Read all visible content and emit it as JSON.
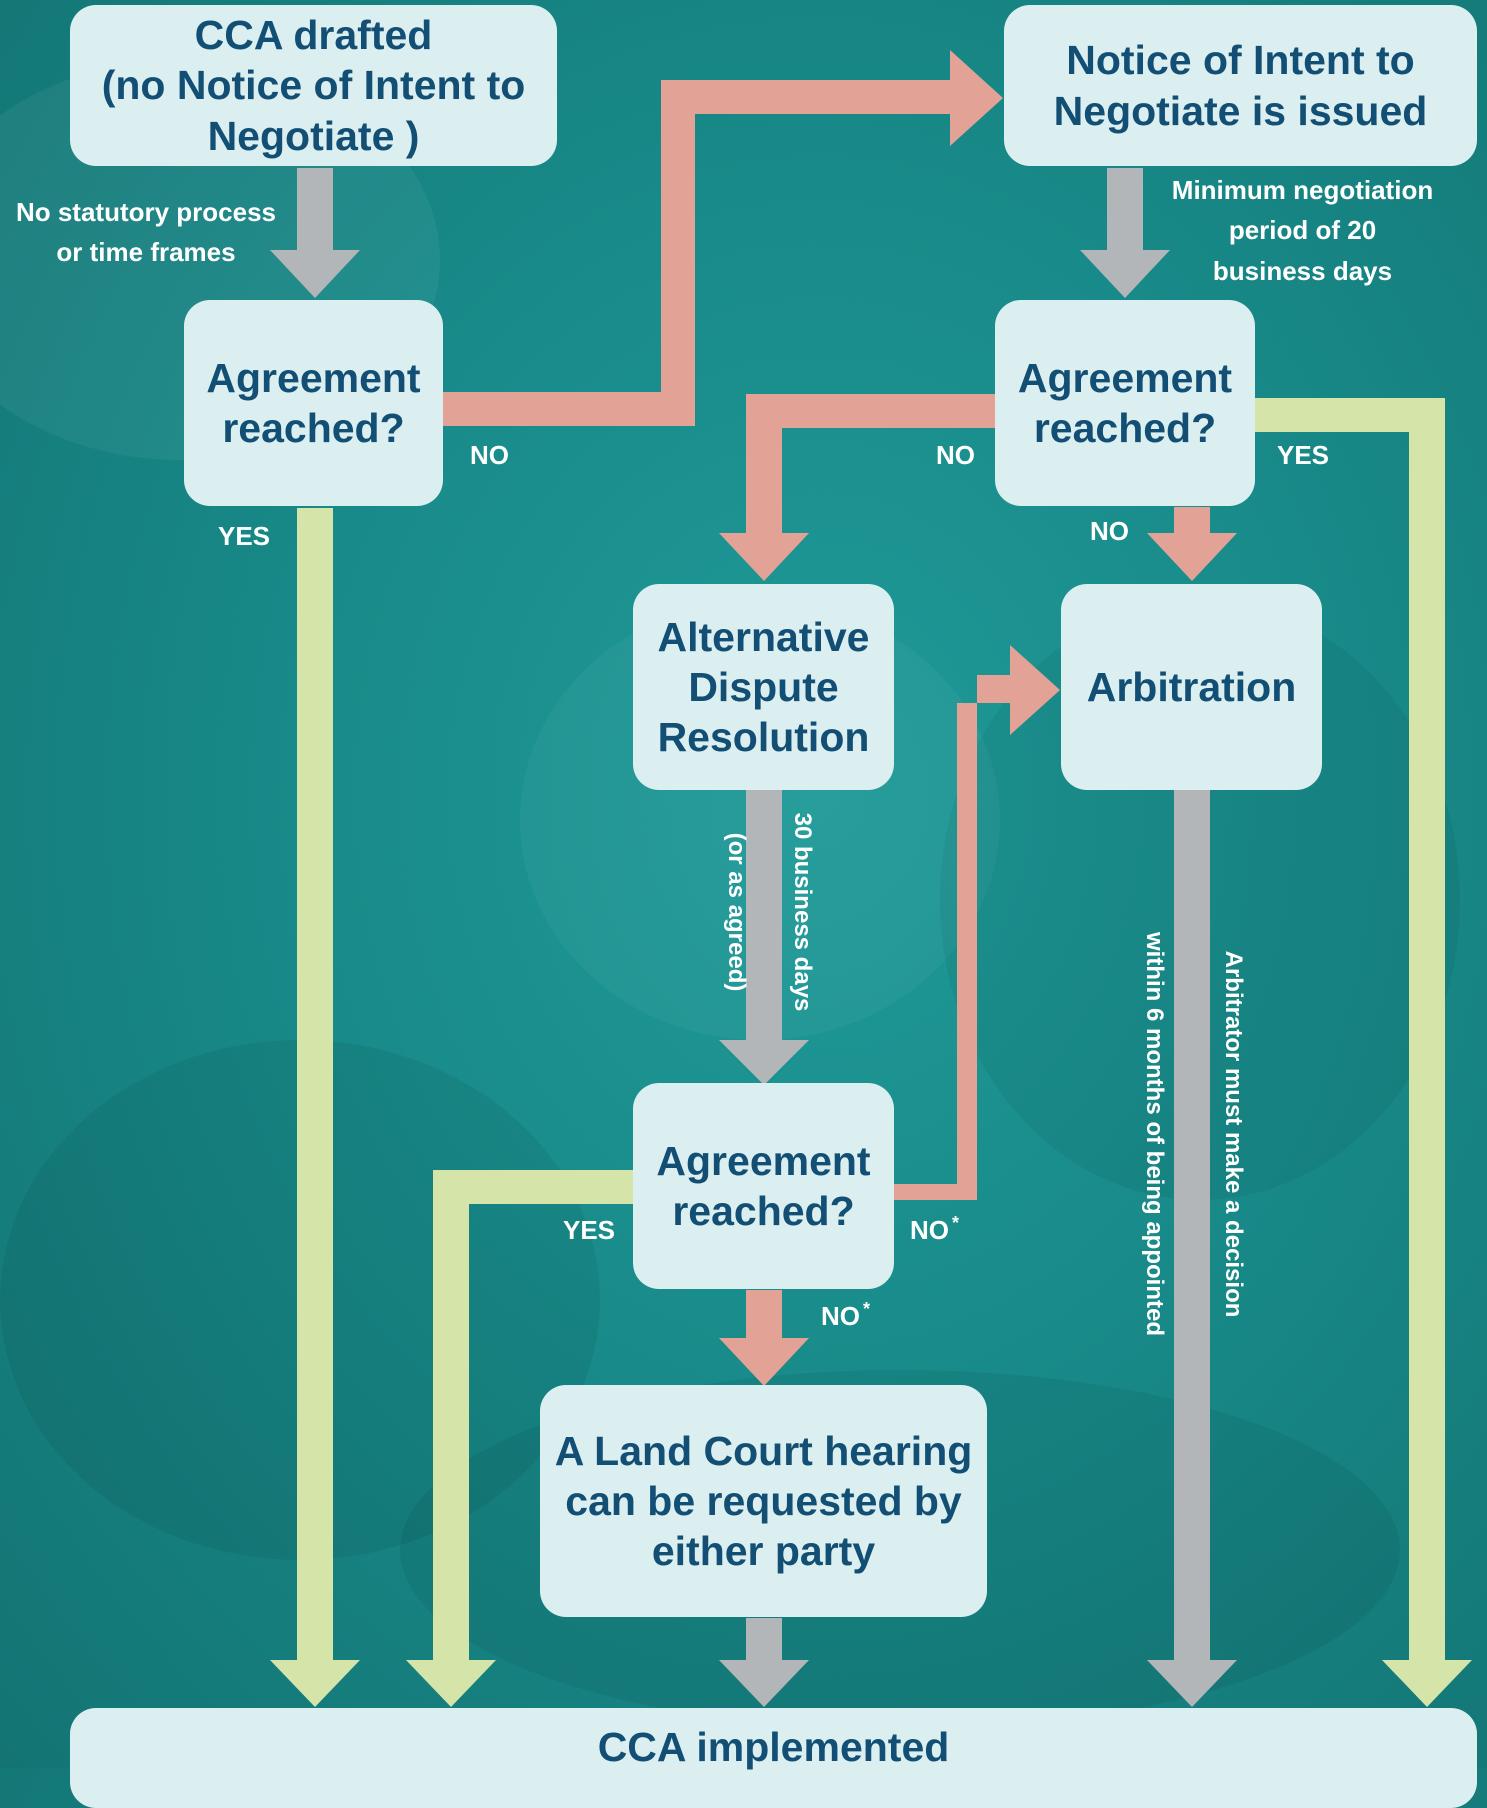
{
  "nodes": {
    "cca_drafted": "CCA drafted\n(no Notice of Intent to\nNegotiate )",
    "notice_issued": "Notice of Intent to\nNegotiate is issued",
    "agreement_1": "Agreement\nreached?",
    "agreement_2": "Agreement\nreached?",
    "adr": "Alternative\nDispute\nResolution",
    "arbitration": "Arbitration",
    "agreement_3": "Agreement\nreached?",
    "land_court": "A Land Court hearing\ncan be requested by\neither party",
    "cca_implemented": "CCA implemented"
  },
  "labels": {
    "no_statutory": "No statutory process\nor time frames",
    "min_negotiation": "Minimum negotiation\nperiod of 20\nbusiness days",
    "no_1": "NO",
    "yes_1": "YES",
    "no_2_left": "NO",
    "yes_2": "YES",
    "no_2_down": "NO",
    "adr_days": "30 business days",
    "adr_agreed": "(or as agreed)",
    "arb_decision": "Arbitrator must make a decision",
    "arb_months": "within 6 months of being appointed",
    "yes_3": "YES",
    "no_3_right": "NO",
    "no_3_down": "NO",
    "asterisk": "*"
  },
  "colors": {
    "box_fill": "#dbeff0",
    "box_text": "#134f74",
    "arrow_no": "#e2a396",
    "arrow_yes": "#d5e4a9",
    "arrow_neutral": "#b3b6b9",
    "background": "#188a89"
  }
}
